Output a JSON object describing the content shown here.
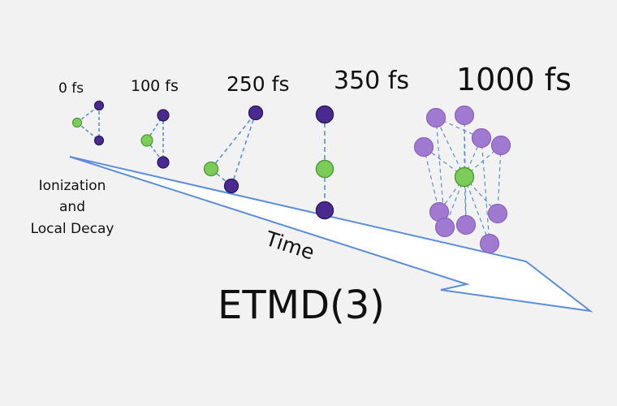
{
  "time_labels": [
    "0 fs",
    "100 fs",
    "250 fs",
    "350 fs",
    "1000 fs"
  ],
  "ionization": {
    "line1": "Ionization",
    "line2": "and",
    "line3": "Local Decay"
  },
  "time_label": "Time",
  "process_title": "ETMD(3)",
  "colors": {
    "ion_node": "#7dcc5a",
    "ion_node_stroke": "#4e9a2e",
    "neighbor_node": "#4b2a8f",
    "neighbor_node_stroke": "#2a1760",
    "faded_neighbor": "#a07ad0",
    "faded_neighbor_stroke": "#8a62bf",
    "bond_dash": "#5b8ed6",
    "arrow_stroke": "#5b8ed6",
    "arrow_fill": "#ffffff",
    "background": "#f2f2f2"
  }
}
